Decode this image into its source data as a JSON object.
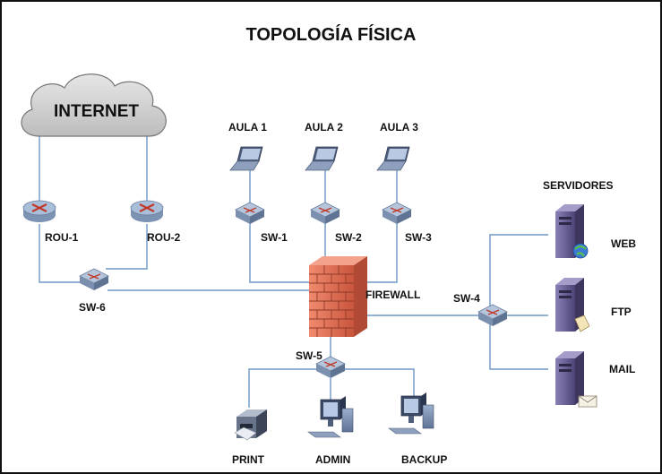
{
  "title": "TOPOLOGÍA FÍSICA",
  "cloud": {
    "label": "INTERNET",
    "icon": "cloud-icon"
  },
  "routers": [
    {
      "label": "ROU-1",
      "icon": "router-icon"
    },
    {
      "label": "ROU-2",
      "icon": "router-icon"
    }
  ],
  "switches": [
    {
      "label": "SW-1",
      "icon": "switch-icon"
    },
    {
      "label": "SW-2",
      "icon": "switch-icon"
    },
    {
      "label": "SW-3",
      "icon": "switch-icon"
    },
    {
      "label": "SW-4",
      "icon": "switch-icon"
    },
    {
      "label": "SW-5",
      "icon": "switch-icon"
    },
    {
      "label": "SW-6",
      "icon": "switch-icon"
    }
  ],
  "classrooms": [
    {
      "label": "AULA 1",
      "icon": "laptop-icon"
    },
    {
      "label": "AULA 2",
      "icon": "laptop-icon"
    },
    {
      "label": "AULA 3",
      "icon": "laptop-icon"
    }
  ],
  "firewall": {
    "label": "FIREWALL",
    "icon": "firewall-brick-icon"
  },
  "servers_heading": "SERVIDORES",
  "servers": [
    {
      "label": "WEB",
      "icon": "web-server-icon"
    },
    {
      "label": "FTP",
      "icon": "ftp-server-icon"
    },
    {
      "label": "MAIL",
      "icon": "mail-server-icon"
    }
  ],
  "endpoints": [
    {
      "label": "PRINT",
      "icon": "printer-icon"
    },
    {
      "label": "ADMIN",
      "icon": "workstation-icon"
    },
    {
      "label": "BACKUP",
      "icon": "workstation-icon"
    }
  ],
  "colors": {
    "link": "#6f97c6",
    "router": "#a9bfd9",
    "router_arrows": "#c0392b",
    "switch": "#8fa6c1",
    "firewall": "#e4745a",
    "server": "#6a5f95",
    "cloud": "#d2d2d2"
  }
}
